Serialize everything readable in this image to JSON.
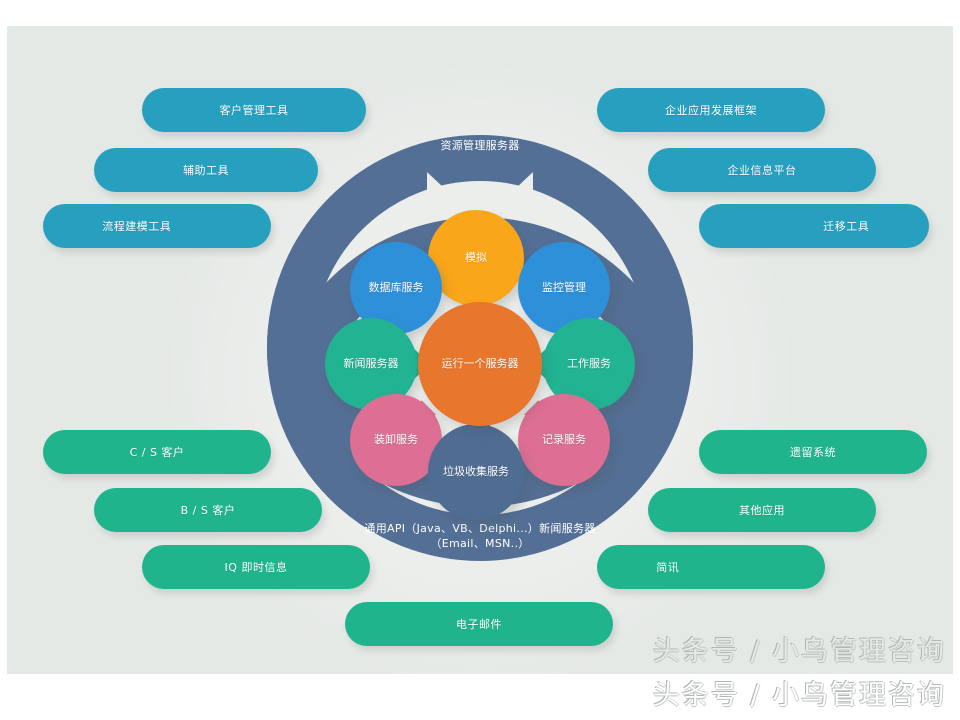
{
  "theme": {
    "canvas_bg": "#e5e9e6",
    "page_bg": "#ffffff",
    "teal": "#279fbe",
    "green_pill": "#20b48d",
    "arc_slate": "#546f95",
    "center_orange": "#e8772e",
    "amber": "#faa61a",
    "blue": "#2f90da",
    "green_circle": "#22b392",
    "pink": "#dc6f93",
    "slate_circle": "#4f6c92",
    "arrow_blue": "#2f90da",
    "arrow_green": "#22b392",
    "arrow_pink": "#dc6f93",
    "arrow_amber": "#faa61a",
    "arrow_slate": "#4f6c92"
  },
  "arcs": {
    "top_label": "资源管理服务器",
    "bottom_label_line1": "通用API（Java、VB、Delphi...）新闻服务器",
    "bottom_label_line2": "（Email、MSN..）"
  },
  "center": {
    "label": "运行一个服务器"
  },
  "inner_circles": [
    {
      "id": "simulation",
      "label": "模拟",
      "color": "#faa61a"
    },
    {
      "id": "database-service",
      "label": "数据库服务",
      "color": "#2f90da"
    },
    {
      "id": "monitor-management",
      "label": "监控管理",
      "color": "#2f90da"
    },
    {
      "id": "news-server",
      "label": "新闻服务器",
      "color": "#22b392"
    },
    {
      "id": "work-service",
      "label": "工作服务",
      "color": "#22b392"
    },
    {
      "id": "loading-service",
      "label": "装卸服务",
      "color": "#dc6f93"
    },
    {
      "id": "record-service",
      "label": "记录服务",
      "color": "#dc6f93"
    },
    {
      "id": "garbage-collection",
      "label": "垃圾收集服务",
      "color": "#4f6c92"
    }
  ],
  "pills": {
    "top_left": [
      {
        "id": "customer-management-tool",
        "label": "客户管理工具"
      },
      {
        "id": "auxiliary-tool",
        "label": "辅助工具"
      },
      {
        "id": "process-modeling-tool",
        "label": "流程建模工具"
      }
    ],
    "top_right": [
      {
        "id": "enterprise-app-framework",
        "label": "企业应用发展框架"
      },
      {
        "id": "enterprise-info-platform",
        "label": "企业信息平台"
      },
      {
        "id": "migration-tool",
        "label": "迁移工具"
      }
    ],
    "bottom_left": [
      {
        "id": "cs-client",
        "label": "C / S 客户"
      },
      {
        "id": "bs-client",
        "label": "B / S 客户"
      },
      {
        "id": "iq-instant-info",
        "label": "IQ 即时信息"
      }
    ],
    "bottom_right": [
      {
        "id": "legacy-system",
        "label": "遗留系统"
      },
      {
        "id": "other-apps",
        "label": "其他应用"
      },
      {
        "id": "sms",
        "label": "简讯"
      }
    ],
    "bottom_center": [
      {
        "id": "email",
        "label": "电子邮件"
      }
    ]
  },
  "watermark": {
    "text": "头条号 / 小鸟管理咨询"
  }
}
